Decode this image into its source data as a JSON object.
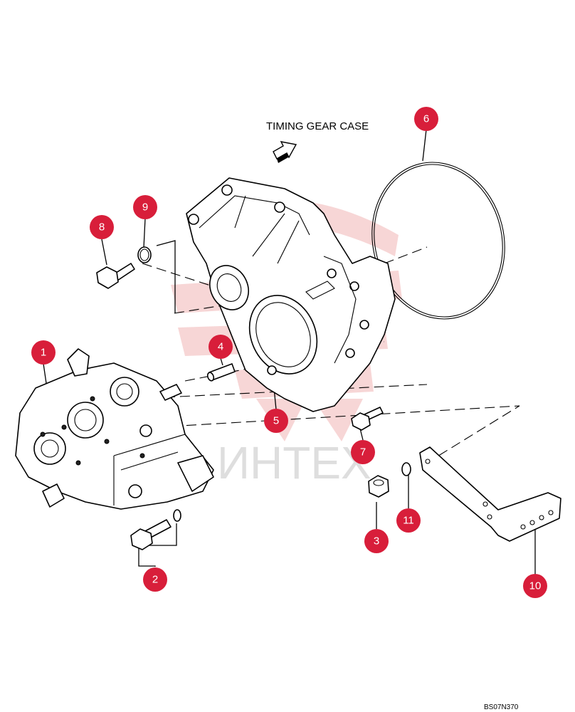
{
  "header": {
    "timing_gear_case": "TIMING GEAR CASE"
  },
  "watermark": {
    "text": "ИНТЕХ"
  },
  "footer": {
    "figure_code": "BS07N370"
  },
  "callouts": [
    {
      "id": "c1",
      "label": "1"
    },
    {
      "id": "c2",
      "label": "2"
    },
    {
      "id": "c3",
      "label": "3"
    },
    {
      "id": "c4",
      "label": "4"
    },
    {
      "id": "c5",
      "label": "5"
    },
    {
      "id": "c6",
      "label": "6"
    },
    {
      "id": "c7",
      "label": "7"
    },
    {
      "id": "c8",
      "label": "8"
    },
    {
      "id": "c9",
      "label": "9"
    },
    {
      "id": "c10",
      "label": "10"
    },
    {
      "id": "c11",
      "label": "11"
    }
  ],
  "colors": {
    "callout": "#d81e3a",
    "watermark_logo": "#f6cfcf",
    "watermark_text": "#dedede"
  }
}
